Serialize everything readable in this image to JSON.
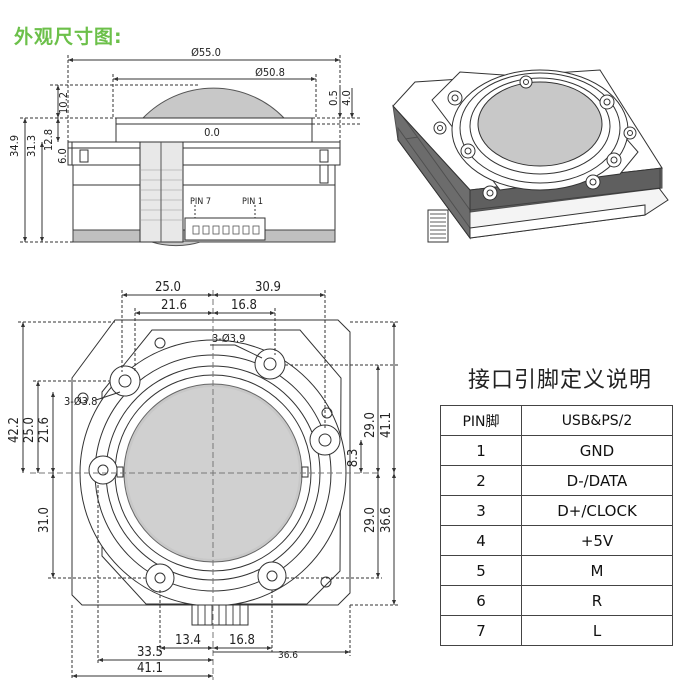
{
  "title": "外观尺寸图:",
  "side_view": {
    "dims": {
      "d55": "Ø55.0",
      "d508": "Ø50.8",
      "h102": "10.2",
      "h05": "0.5",
      "h40": "4.0",
      "h349": "34.9",
      "h313": "31.3",
      "h128": "12.8",
      "h60": "6.0",
      "zero": "0.0"
    },
    "pin7_label": "PIN 7",
    "pin1_label": "PIN 1"
  },
  "top_view": {
    "dims": {
      "w250": "25.0",
      "w216": "21.6",
      "w309": "30.9",
      "w168": "16.8",
      "hole3a": "3-Ø3.9",
      "hole3b": "3-Ø3.8",
      "l422": "42.2",
      "l250": "25.0",
      "l216": "21.6",
      "l310": "31.0",
      "r290a": "29.0",
      "r411": "41.1",
      "r83": "8.3",
      "r290b": "29.0",
      "r366": "36.6",
      "b134": "13.4",
      "b168": "16.8",
      "b335": "33.5",
      "b411": "41.1",
      "b366": "36.6"
    }
  },
  "pin_table": {
    "title": "接口引脚定义说明",
    "headers": [
      "PIN脚",
      "USB&PS/2"
    ],
    "rows": [
      [
        "1",
        "GND"
      ],
      [
        "2",
        "D-/DATA"
      ],
      [
        "3",
        "D+/CLOCK"
      ],
      [
        "4",
        "+5V"
      ],
      [
        "5",
        "M"
      ],
      [
        "6",
        "R"
      ],
      [
        "7",
        "L"
      ]
    ]
  }
}
